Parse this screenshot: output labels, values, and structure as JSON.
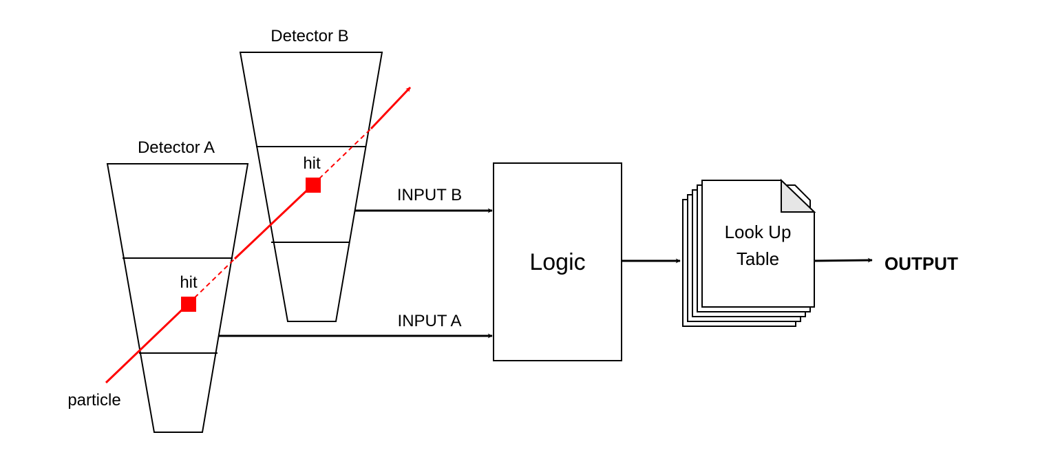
{
  "detectors": {
    "a": {
      "title": "Detector A",
      "hit_label": "hit"
    },
    "b": {
      "title": "Detector B",
      "hit_label": "hit"
    }
  },
  "particle": {
    "label": "particle"
  },
  "inputs": {
    "b": "INPUT B",
    "a": "INPUT A"
  },
  "logic": {
    "label": "Logic"
  },
  "lookup_table": {
    "line1": "Look Up",
    "line2": "Table"
  },
  "output": {
    "label": "OUTPUT"
  },
  "colors": {
    "particle": "#ff0000",
    "stroke": "#000000",
    "page_fold": "#e6e6e6"
  }
}
